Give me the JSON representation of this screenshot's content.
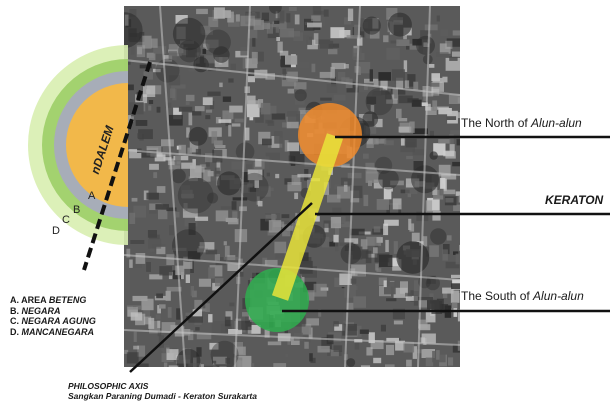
{
  "callouts": {
    "north": {
      "prefix": "The North of ",
      "italic": "Alun-alun"
    },
    "keraton": "KERATON",
    "south": {
      "prefix": "The South of ",
      "italic": "Alun-alun"
    }
  },
  "zones": {
    "center": "nDALEM",
    "letters": [
      "A",
      "B",
      "C",
      "D"
    ]
  },
  "legend": [
    {
      "prefix": "A. AREA ",
      "italic": "BETENG"
    },
    {
      "prefix": "B. ",
      "italic": "NEGARA"
    },
    {
      "prefix": "C. ",
      "italic": "NEGARA AGUNG"
    },
    {
      "prefix": "D. ",
      "italic": "MANCANEGARA"
    }
  ],
  "axis_caption": {
    "title": "PHILOSOPHIC AXIS",
    "subtitle": "Sangkan Paraning Dumadi - Keraton Surakarta"
  },
  "colors": {
    "north_marker": "#f08a2a",
    "south_marker": "#2fae4f",
    "axis": "#e9e43a",
    "ring_d": "#d8eeb0",
    "ring_c": "#9fd06a",
    "ring_b": "#a7adb8",
    "ring_a": "#f2b84a"
  }
}
